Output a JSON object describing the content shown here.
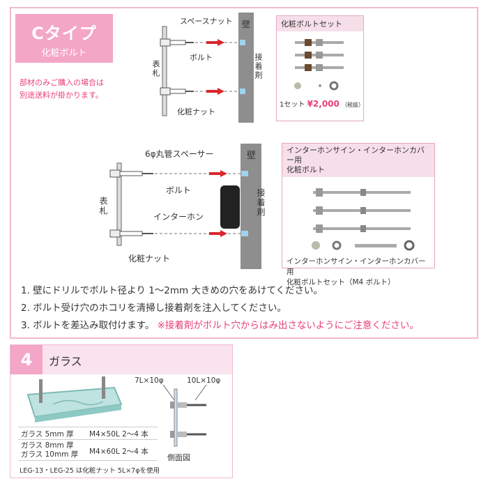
{
  "ctype": {
    "title": "Cタイプ",
    "subtitle": "化粧ボルト",
    "note_line1": "部材のみご購入の場合は",
    "note_line2": "別途送料が掛かります。"
  },
  "diagram1": {
    "wall": "壁",
    "spacer_nut": "スペースナット",
    "bolt": "ボルト",
    "nameplate": "表札",
    "adhesive": "接着剤",
    "decorative_nut": "化粧ナット"
  },
  "set1": {
    "title": "化粧ボルトセット",
    "price_prefix": "1セット",
    "price": "¥2,000",
    "tax": "（税抜）"
  },
  "diagram2": {
    "spacer": "6φ丸管スペーサー",
    "wall": "壁",
    "bolt": "ボルト",
    "nameplate": "表札",
    "intercom": "インターホン",
    "adhesive": "接着剤",
    "decorative_nut": "化粧ナット"
  },
  "set2": {
    "title_line1": "インターホンサイン・インターホンカバー用",
    "title_line2": "化粧ボルト",
    "caption_line1": "インターホンサイン・インターホンカバー用",
    "caption_line2": "化粧ボルトセット（M4 ボルト）"
  },
  "instructions": {
    "step1": "1. 壁にドリルでボルト径より 1～2mm 大きめの穴をあけてください。",
    "step2": "2. ボルト受け穴のホコリを清掃し接着剤を注入してください。",
    "step3": "3. ボルトを差込み取付けます。",
    "step3_warning": "※接着剤がボルト穴からはみ出さないようにご注意ください。"
  },
  "glass": {
    "number": "4",
    "title": "ガラス",
    "dim_left": "7L×10φ",
    "dim_right": "10L×10φ",
    "side_view": "側面図",
    "spec1_label": "ガラス 5mm 厚",
    "spec1_value": "M4×50L 2～4 本",
    "spec2_label_line1": "ガラス 8mm 厚",
    "spec2_label_line2": "ガラス 10mm 厚",
    "spec2_value": "M4×60L 2～4 本",
    "footnote": "LEG-13・LEG-25 は化粧ナット 5L×7φを使用"
  },
  "colors": {
    "accent_pink": "#f4a6c7",
    "warning_pink": "#e8407a",
    "arrow_red": "#d9262c",
    "wall_gray": "#8e8e8e"
  }
}
